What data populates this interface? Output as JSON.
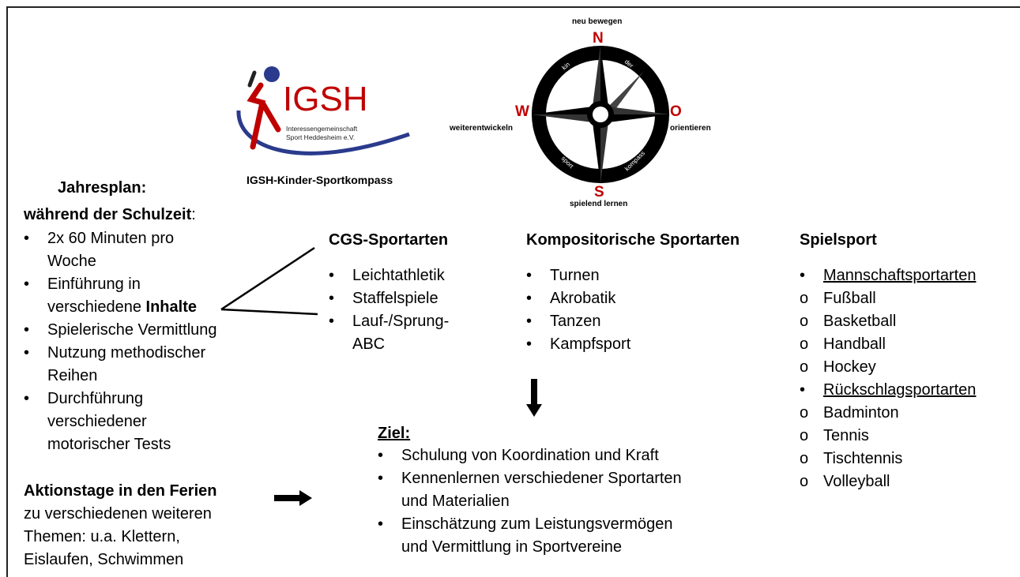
{
  "logo": {
    "wordmark": "IGSH",
    "line1": "Interessengemeinschaft",
    "line2": "Sport Heddesheim e.V.",
    "caption": "IGSH-Kinder-Sportkompass"
  },
  "compass": {
    "top_label": "neu bewegen",
    "bottom_label": "spielend lernen",
    "left_label": "weiterentwickeln",
    "right_label": "orientieren",
    "n": "N",
    "s": "S",
    "w": "W",
    "o": "O",
    "ring_words": [
      "kin",
      "der",
      "kompass",
      "sport"
    ],
    "accent_color": "#c00000"
  },
  "left": {
    "heading": "Jahresplan:",
    "subheading": "während der Schulzeit",
    "subheading_colon": ":",
    "items": [
      {
        "pre": "2x 60 Minuten pro",
        "line2": "Woche"
      },
      {
        "pre": "Einführung in",
        "line2a": "verschiedene ",
        "line2b": "Inhalte"
      },
      {
        "pre": "Spielerische Vermittlung"
      },
      {
        "pre": "Nutzung methodischer",
        "line2": "Reihen"
      },
      {
        "pre": "Durchführung",
        "line2": "verschiedener",
        "line3": "motorischer Tests"
      }
    ],
    "bullet": "•",
    "aktion_heading": "Aktionstage in den Ferien",
    "aktion_text": [
      "zu verschiedenen weiteren",
      "Themen: u.a. Klettern,",
      "Eislaufen, Schwimmen"
    ]
  },
  "cgs": {
    "heading": "CGS-Sportarten",
    "items": [
      "Leichtathletik",
      "Staffelspiele",
      "Lauf-/Sprung-",
      "ABC"
    ]
  },
  "kompositorische": {
    "heading": "Kompositorische Sportarten",
    "items": [
      "Turnen",
      "Akrobatik",
      "Tanzen",
      "Kampfsport"
    ]
  },
  "spielsport": {
    "heading": "Spielsport",
    "groups": [
      {
        "title": "Mannschaftsportarten",
        "items": [
          "Fußball",
          "Basketball",
          "Handball",
          "Hockey"
        ]
      },
      {
        "title": "Rückschlagsportarten",
        "items": [
          "Badminton",
          "Tennis",
          "Tischtennis",
          "Volleyball"
        ]
      }
    ],
    "sub_marker": "o"
  },
  "ziel": {
    "heading": "Ziel:",
    "items": [
      [
        "Schulung von Koordination und Kraft"
      ],
      [
        "Kennenlernen verschiedener Sportarten",
        "und Materialien"
      ],
      [
        "Einschätzung zum Leistungsvermögen",
        "und Vermittlung in Sportvereine"
      ]
    ]
  }
}
